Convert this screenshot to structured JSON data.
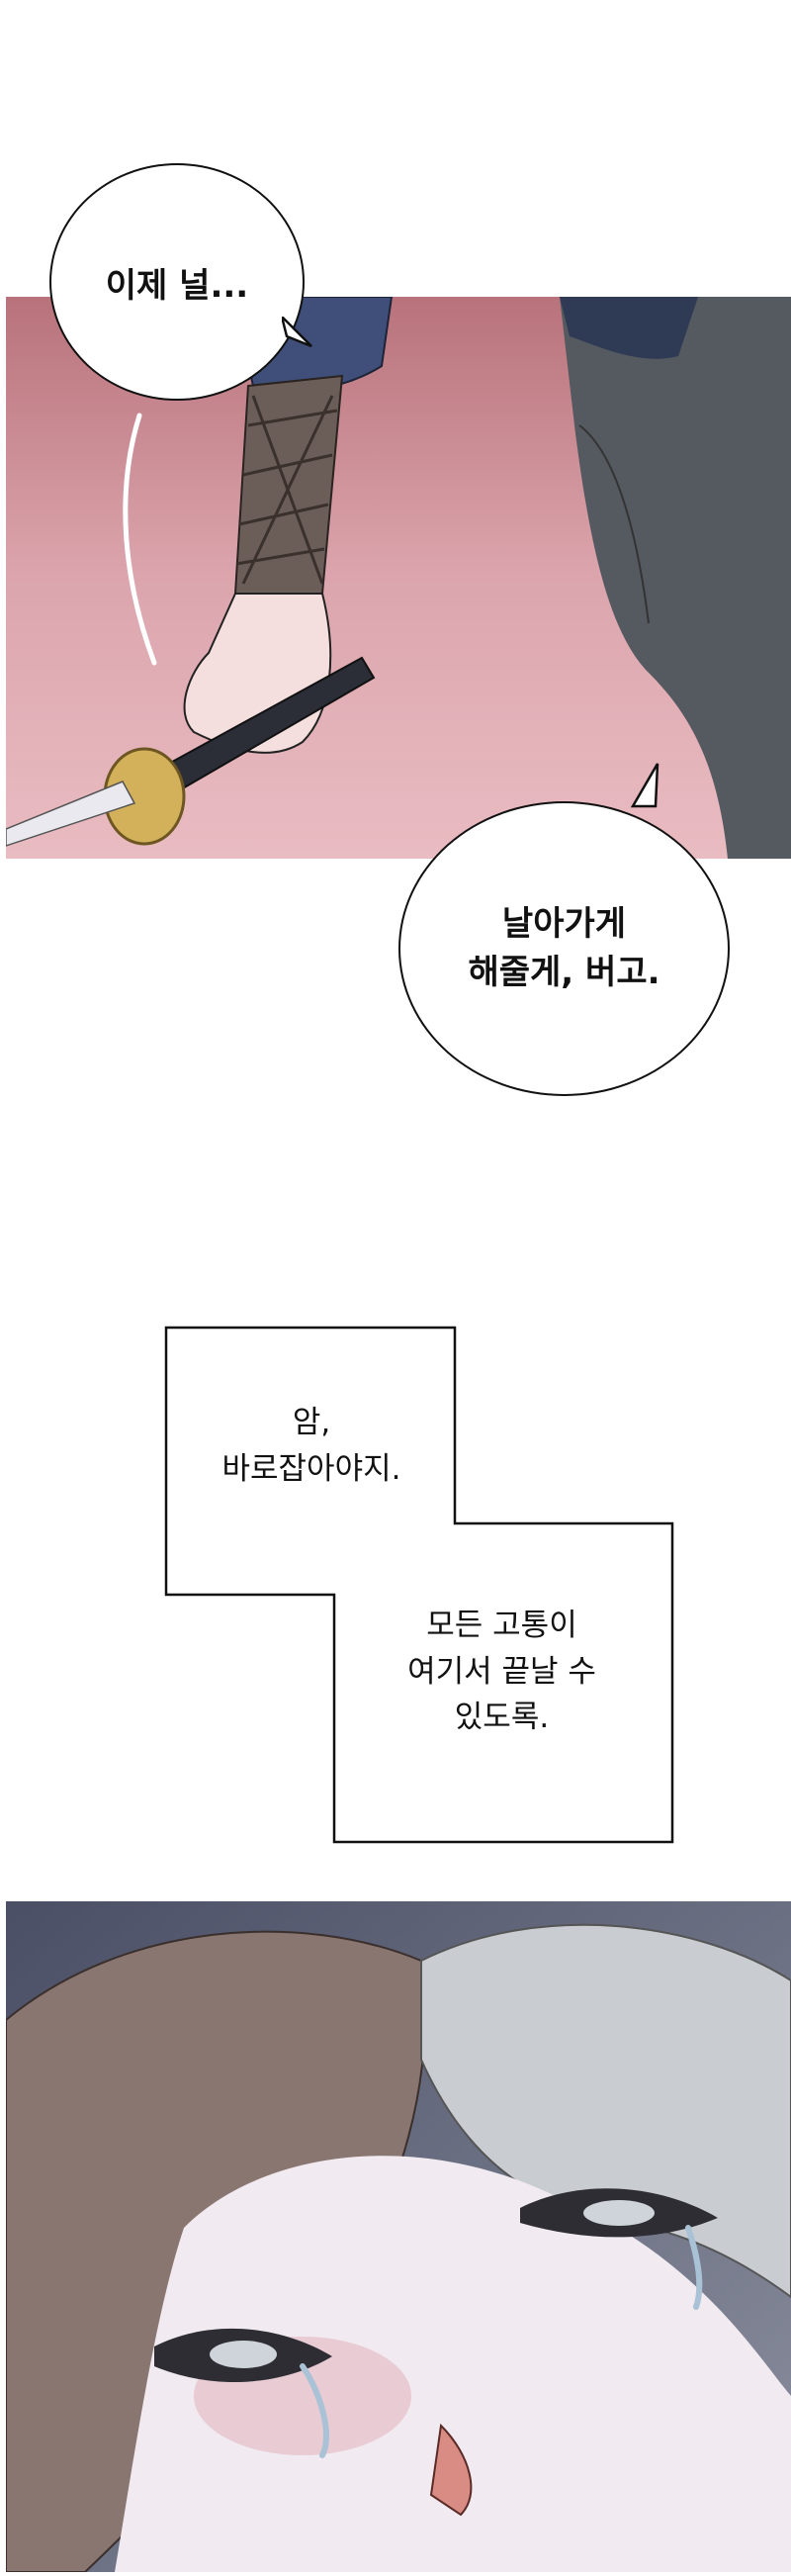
{
  "bubble_1": {
    "lines": [
      "이제 널..."
    ]
  },
  "bubble_2": {
    "lines": [
      "날아가게",
      "해줄게, 버고."
    ]
  },
  "caption_1": {
    "lines": [
      "암,",
      "바로잡아야지."
    ]
  },
  "caption_2": {
    "lines": [
      "모든 고통이",
      "여기서 끝날 수",
      "있도록."
    ]
  },
  "colors": {
    "panel_bg": "#d99aa3",
    "ink": "#111111",
    "sleeve": "#3f4f7a",
    "skin": "#f4dede",
    "hair": "#8a7670"
  }
}
